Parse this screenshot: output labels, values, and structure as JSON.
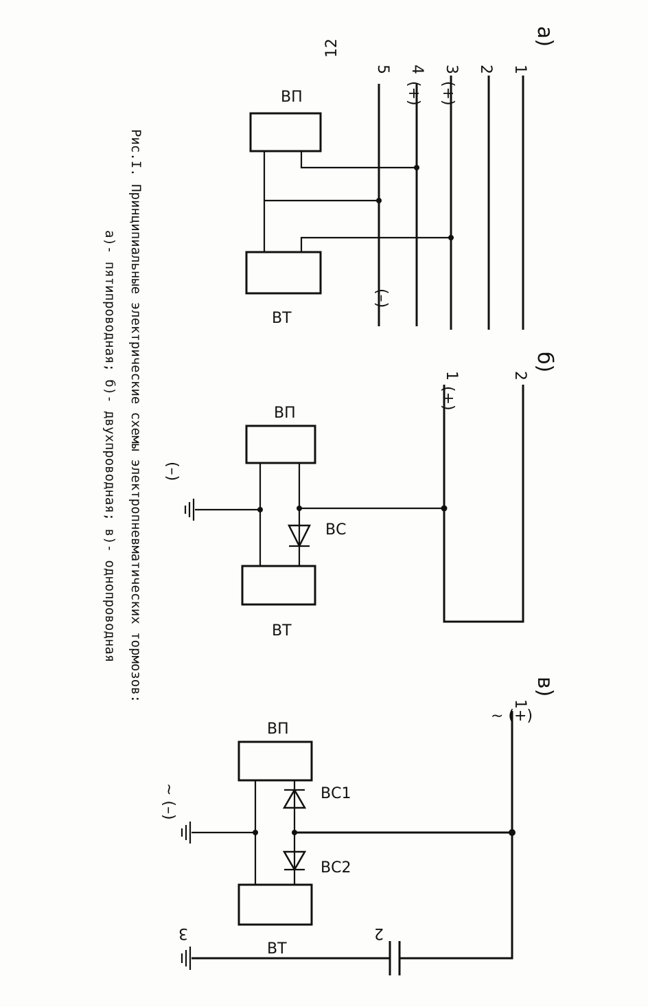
{
  "panel_a": {
    "title": "а)",
    "lines": [
      {
        "num": "1",
        "sign": ""
      },
      {
        "num": "2",
        "sign": ""
      },
      {
        "num": "3",
        "sign": "(+)"
      },
      {
        "num": "4",
        "sign": "(+)"
      },
      {
        "num": "5",
        "sign": ""
      }
    ],
    "minus": "(–)",
    "vp": "ВП",
    "vt": "ВТ"
  },
  "panel_b": {
    "title": "б)",
    "line1": "1",
    "line2": "2",
    "plus": "(+)",
    "minus": "(–)",
    "vp": "ВП",
    "vt": "ВТ",
    "diode": "ВС"
  },
  "panel_c": {
    "title": "в)",
    "line1": "1",
    "plus_ac": "(+) ~",
    "minus_ac": "~ (–)",
    "vp": "ВП",
    "vt": "ВТ",
    "diode1": "ВС1",
    "diode2": "ВС2",
    "cap_label": "2",
    "ground_label": "3"
  },
  "page_number": "12",
  "caption": {
    "line1": "Рис.I. Принципиальные электрические схемы электропневматических тормозов:",
    "line2": "а)- пятипроводная; б)- двухпроводная; в)- однопроводная"
  }
}
